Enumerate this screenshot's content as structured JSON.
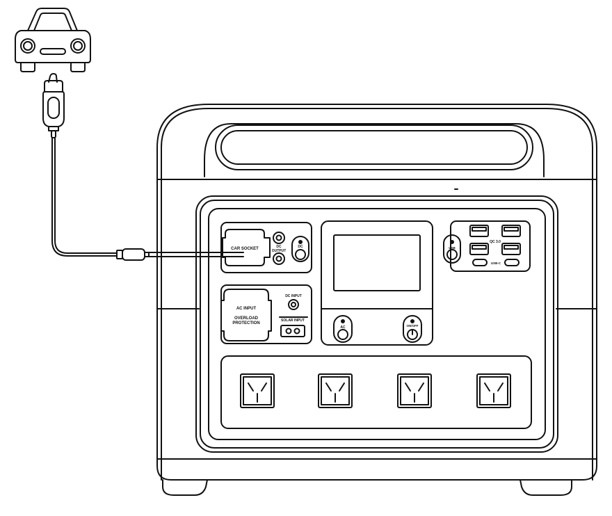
{
  "labels": {
    "car_socket": "CAR SOCKET",
    "dc_output_line1": "DC",
    "dc_output_line2": "OUTPUT",
    "dc_button": "DC",
    "ac_input": "AC INPUT",
    "overload_line1": "OVERLOAD",
    "overload_line2": "PROTECTION",
    "dc_input": "DC INPUT",
    "solar_input": "SOLAR INPUT",
    "usb_button": "USB",
    "qc": "QC 3.0",
    "usb_c": "USB-C",
    "ac_button": "AC",
    "power_button": "ON/OFF"
  },
  "icons": {
    "car": "car-icon",
    "plug": "cigarette-plug-icon",
    "outlet": "ac-outlet-icon"
  },
  "colors": {
    "stroke": "#111111",
    "background": "#ffffff"
  }
}
